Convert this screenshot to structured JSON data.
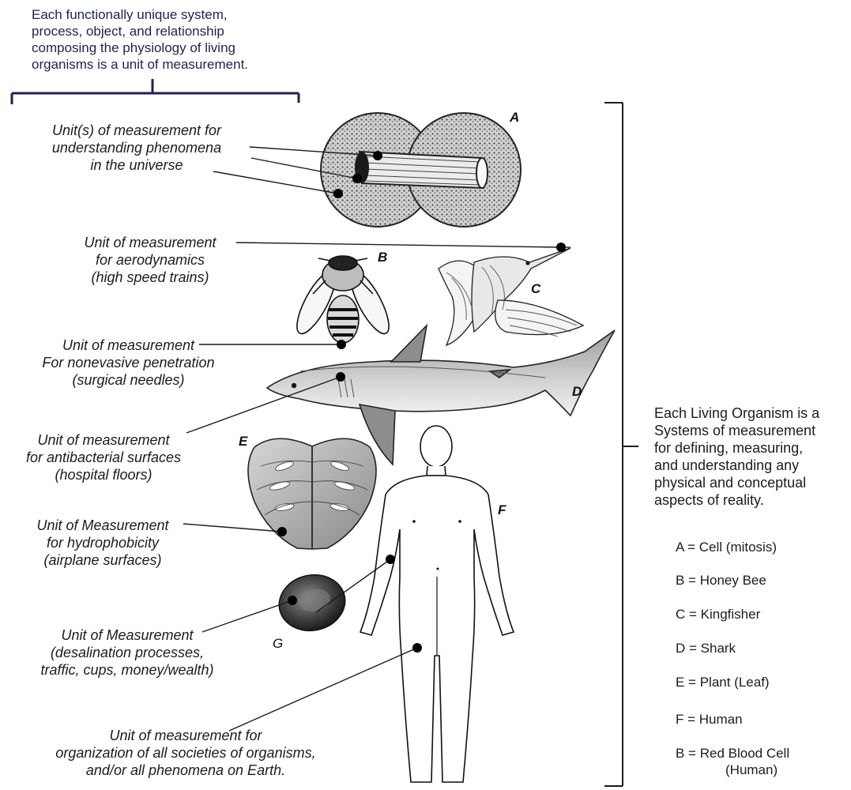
{
  "top_note": [
    "Each functionally unique system,",
    "process, object, and relationship",
    "composing the physiology of living",
    "organisms is a unit of measurement."
  ],
  "side_note": [
    "Each Living Organism is a",
    "Systems of measurement",
    "for defining, measuring,",
    "and understanding any",
    "physical and conceptual",
    "aspects of reality."
  ],
  "annotations": {
    "phenomena": [
      "Unit(s) of measurement for",
      "understanding phenomena",
      "in the universe"
    ],
    "aerodynamics": [
      "Unit of measurement",
      "for aerodynamics",
      "(high speed trains)"
    ],
    "penetration": [
      "Unit of measurement",
      "For nonevasive penetration",
      "(surgical needles)"
    ],
    "antibacterial": [
      "Unit of measurement",
      "for antibacterial surfaces",
      "(hospital floors)"
    ],
    "hydrophobicity": [
      "Unit of Measurement",
      "for hydrophobicity",
      "(airplane surfaces)"
    ],
    "desalination": [
      "Unit of Measurement",
      "(desalination processes,",
      "traffic, cups, money/wealth)"
    ],
    "organization": [
      "Unit of measurement for",
      "organization of all societies of organisms,",
      "and/or all phenomena on Earth."
    ]
  },
  "figure_letters": {
    "A": "A",
    "B": "B",
    "C": "C",
    "D": "D",
    "E": "E",
    "F": "F",
    "G": "G"
  },
  "legend": [
    "A = Cell (mitosis)",
    "B = Honey Bee",
    "C = Kingfisher",
    "D = Shark",
    "E = Plant (Leaf)",
    "F = Human",
    "B = Red Blood Cell",
    "(Human)"
  ],
  "colors": {
    "top_note_text": "#1e2350",
    "bracket": "#1e2350",
    "ink": "#1c1c1c",
    "cell_fill": "#9a9a9a",
    "rbc_fill": "#555555"
  }
}
